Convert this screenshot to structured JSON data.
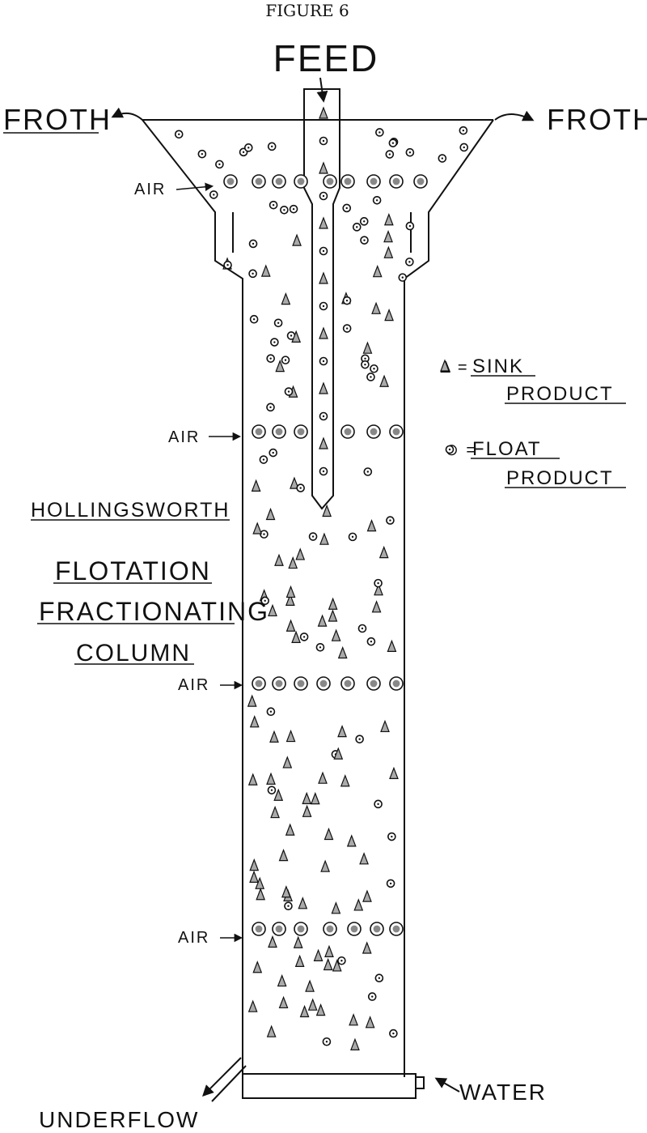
{
  "figure": {
    "caption": "FIGURE 6",
    "labels": {
      "feed": "FEED",
      "froth_left": "FROTH",
      "froth_right": "FROTH",
      "water": "WATER",
      "underflow": "UNDERFLOW",
      "air": "AIR",
      "name_line1": "HOLLINGSWORTH",
      "name_line2": "FLOTATION",
      "name_line3": "FRACTIONATING",
      "name_line4": "COLUMN"
    },
    "legend": {
      "sink_symbol": "Δ =",
      "sink_line1": "SINK",
      "sink_line2": "PRODUCT",
      "float_symbol": "⊙ =",
      "float_line1": "FLOAT",
      "float_line2": "PRODUCT"
    }
  }
}
